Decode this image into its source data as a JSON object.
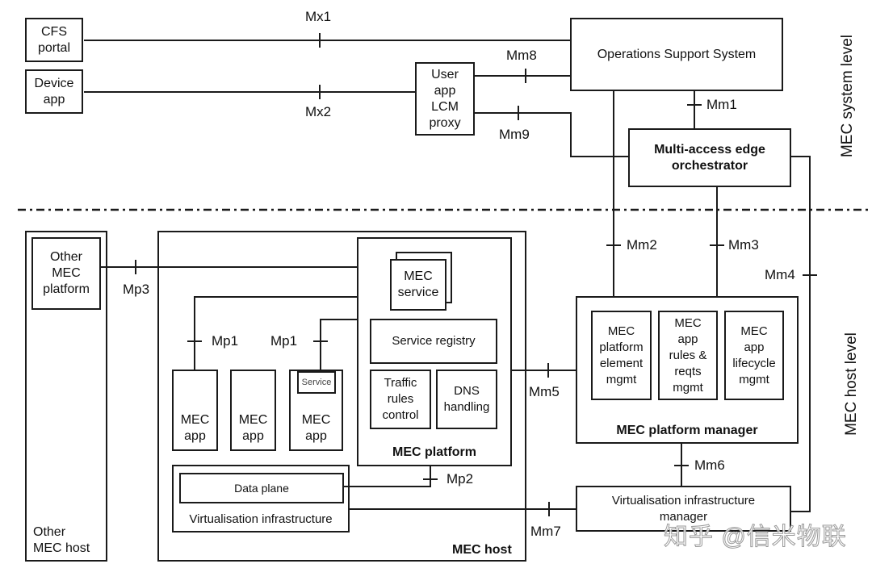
{
  "levels": {
    "system": "MEC system level",
    "host": "MEC host level"
  },
  "system_boxes": {
    "cfs_portal": "CFS\nportal",
    "device_app": "Device\napp",
    "user_app_lcm_proxy": "User\napp\nLCM\nproxy",
    "oss": "Operations Support System",
    "meo": "Multi-access edge\norchestrator"
  },
  "host_boxes": {
    "other_mec_platform": "Other\nMEC\nplatform",
    "other_mec_host": "Other\nMEC host",
    "mec_host": "MEC host",
    "mec_platform": "MEC platform",
    "mec_service": "MEC\nservice",
    "service_registry": "Service registry",
    "traffic_rules_control": "Traffic\nrules\ncontrol",
    "dns_handling": "DNS\nhandling",
    "mec_apps": [
      "MEC\napp",
      "MEC\napp",
      "MEC\napp"
    ],
    "service_tag": "Service",
    "data_plane": "Data plane",
    "virtualisation_infrastructure": "Virtualisation  infrastructure",
    "mec_platform_manager": "MEC platform manager",
    "mpm_components": [
      "MEC\nplatform\nelement\nmgmt",
      "MEC\napp\nrules &\nreqts\nmgmt",
      "MEC\napp\nlifecycle\nmgmt"
    ],
    "vim": "Virtualisation  infrastructure\nmanager"
  },
  "interfaces": {
    "mx1": "Mx1",
    "mx2": "Mx2",
    "mm1": "Mm1",
    "mm2": "Mm2",
    "mm3": "Mm3",
    "mm4": "Mm4",
    "mm5": "Mm5",
    "mm6": "Mm6",
    "mm7": "Mm7",
    "mm8": "Mm8",
    "mm9": "Mm9",
    "mp1_left": "Mp1",
    "mp1_right": "Mp1",
    "mp2": "Mp2",
    "mp3": "Mp3"
  },
  "watermark": "知乎 @信米物联"
}
